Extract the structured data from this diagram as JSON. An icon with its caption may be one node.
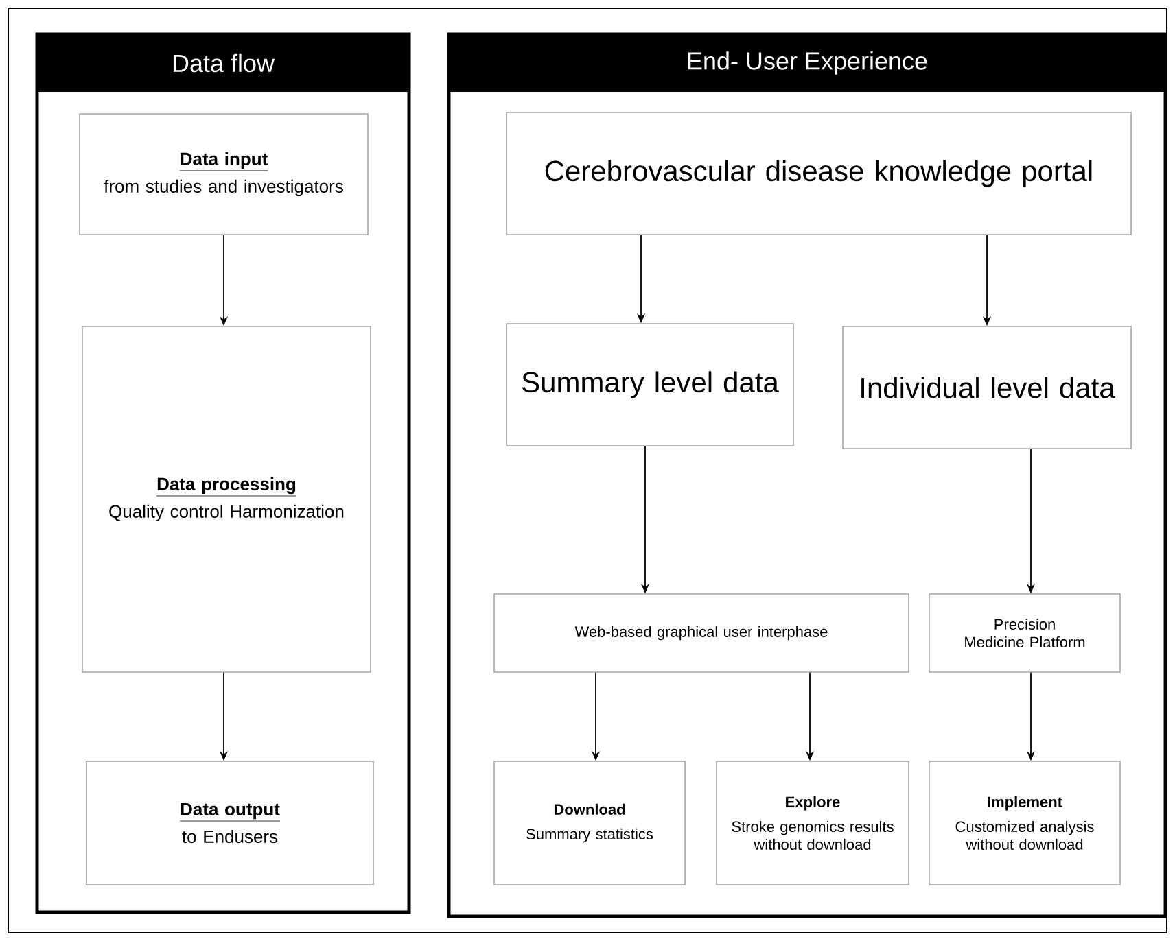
{
  "diagram": {
    "nodes": [
      {
        "text": [
          "Data flow"
        ]
      },
      {
        "text": [
          "Data input",
          "from studies and investigators"
        ],
        "in": 0
      },
      {
        "text": [
          "Data processing",
          "Quality control Harmonization"
        ],
        "in": 0
      },
      {
        "text": [
          "Data output",
          "to Endusers"
        ],
        "in": 0
      },
      {
        "text": [
          "End- User Experience"
        ]
      },
      {
        "text": [
          "Cerebrovascular disease knowledge portal"
        ],
        "in": 4
      },
      {
        "text": [
          "Summary level data"
        ],
        "in": 4
      },
      {
        "text": [
          "Individual level data"
        ],
        "in": 4
      },
      {
        "text": [
          "Web-based graphical user interphase"
        ],
        "in": 4
      },
      {
        "text": [
          "Precision Medicine Platform"
        ],
        "in": 4
      },
      {
        "text": [
          "Download",
          "Summary statistics"
        ],
        "in": 4
      },
      {
        "text": [
          "Explore",
          "Stroke genomics results without download"
        ],
        "in": 4
      },
      {
        "text": [
          "Implement",
          "Customized analysis without download"
        ],
        "in": 4
      }
    ],
    "edges": [
      {
        "from": 1,
        "to": 2,
        "arrow": "to"
      },
      {
        "from": 2,
        "to": 3,
        "arrow": "to"
      },
      {
        "from": 5,
        "to": 6,
        "arrow": "to"
      },
      {
        "from": 5,
        "to": 7,
        "arrow": "to"
      },
      {
        "from": 6,
        "to": 8,
        "arrow": "to"
      },
      {
        "from": 7,
        "to": 9,
        "arrow": "to"
      },
      {
        "from": 8,
        "to": 10,
        "arrow": "to"
      },
      {
        "from": 8,
        "to": 11,
        "arrow": "to"
      },
      {
        "from": 9,
        "to": 12,
        "arrow": "to"
      }
    ]
  }
}
